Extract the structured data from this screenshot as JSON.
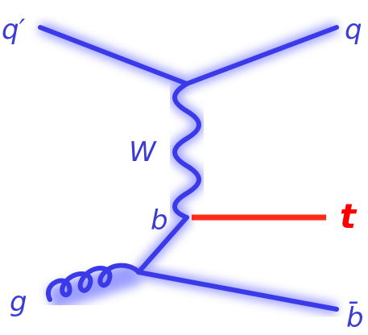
{
  "diagram": {
    "labels": {
      "q_prime": "q′",
      "q": "q",
      "w": "W",
      "b": "b",
      "top": "t",
      "gluon": "g",
      "b_bar": "b̄"
    },
    "colors": {
      "fermion_line": "#3a3ae8",
      "glow": "#8a8cff",
      "top_line": "#ff2a1a",
      "label": "#3b3bd6",
      "top_label": "#ff0000"
    }
  }
}
